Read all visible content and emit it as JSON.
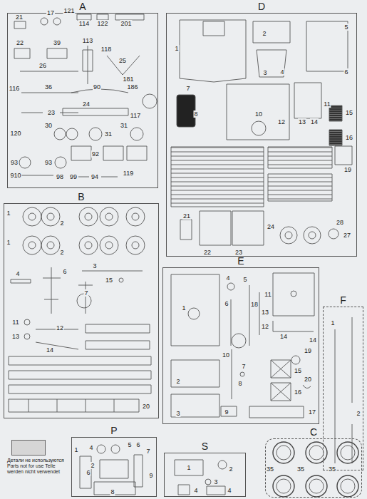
{
  "diagram": {
    "nodes": [
      {
        "text": [
          "A"
        ]
      },
      {
        "text": [
          "D"
        ]
      },
      {
        "text": [
          "B"
        ]
      },
      {
        "text": [
          "E"
        ]
      },
      {
        "text": [
          "F"
        ]
      },
      {
        "text": [
          "P"
        ]
      },
      {
        "text": [
          "S"
        ]
      },
      {
        "text": [
          "C"
        ]
      }
    ],
    "labels": [
      "21",
      "17",
      "121",
      "114",
      "122",
      "201",
      "22",
      "39",
      "113",
      "118",
      "25",
      "181",
      "26",
      "116",
      "36",
      "90",
      "186",
      "24",
      "23",
      "117",
      "120",
      "30",
      "31",
      "31",
      "92",
      "93",
      "93",
      "910",
      "98",
      "99",
      "94",
      "119",
      "1",
      "2",
      "5",
      "3",
      "4",
      "6",
      "7",
      "8",
      "10",
      "11",
      "15",
      "16",
      "12",
      "13",
      "14",
      "19",
      "21",
      "22",
      "23",
      "24",
      "28",
      "27",
      "1",
      "2",
      "1",
      "2",
      "4",
      "6",
      "3",
      "15",
      "7",
      "11",
      "12",
      "13",
      "14",
      "20",
      "4",
      "1",
      "5",
      "6",
      "18",
      "11",
      "13",
      "12",
      "14",
      "14",
      "2",
      "3",
      "10",
      "7",
      "8",
      "9",
      "19",
      "15",
      "16",
      "20",
      "17",
      "1",
      "2",
      "1",
      "4",
      "5",
      "6",
      "2",
      "7",
      "6",
      "9",
      "8",
      "1",
      "2",
      "3",
      "4",
      "4",
      "35",
      "35",
      "35"
    ],
    "legend": [
      {
        "text": "Детали не используются Parts not for use Teile werden nicht verwendet",
        "color": "#d6d6d6"
      }
    ]
  }
}
